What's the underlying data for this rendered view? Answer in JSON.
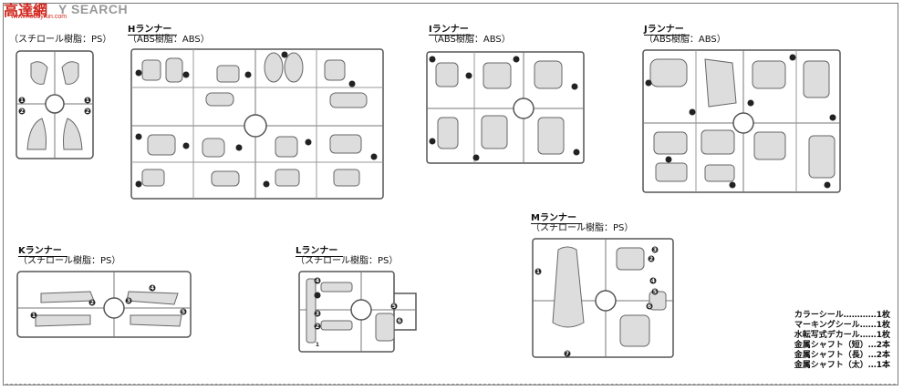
{
  "watermark": {
    "logo": "高達網",
    "sub": "www.hobbyrun.com",
    "text": "Y SEARCH"
  },
  "runners": [
    {
      "id": "top-left",
      "name": "",
      "material": "（スチロール樹脂：PS）",
      "numbers": [
        "1",
        "2",
        "1",
        "2"
      ]
    },
    {
      "id": "H",
      "name": "Hランナー",
      "material": "（ABS樹脂：ABS）"
    },
    {
      "id": "I",
      "name": "Iランナー",
      "material": "（ABS樹脂：ABS）"
    },
    {
      "id": "J",
      "name": "Jランナー",
      "material": "（ABS樹脂：ABS）"
    },
    {
      "id": "K",
      "name": "Kランナー",
      "material": "（スチロール樹脂：PS）",
      "numbers": [
        "1",
        "2",
        "3",
        "4",
        "5"
      ]
    },
    {
      "id": "L",
      "name": "Lランナー",
      "material": "（スチロール樹脂：PS）",
      "numbers": [
        "1",
        "2",
        "3",
        "4",
        "5",
        "6"
      ]
    },
    {
      "id": "M",
      "name": "Mランナー",
      "material": "（スチロール樹脂：PS）",
      "numbers": [
        "1",
        "2",
        "3",
        "4",
        "5",
        "6",
        "7"
      ]
    }
  ],
  "accessories": [
    "カラーシール…………1枚",
    "マーキングシール……1枚",
    "水転写式デカール……1枚",
    "金属シャフト（短）…2本",
    "金属シャフト（長）…2本",
    "金属シャフト（太）…1本"
  ]
}
